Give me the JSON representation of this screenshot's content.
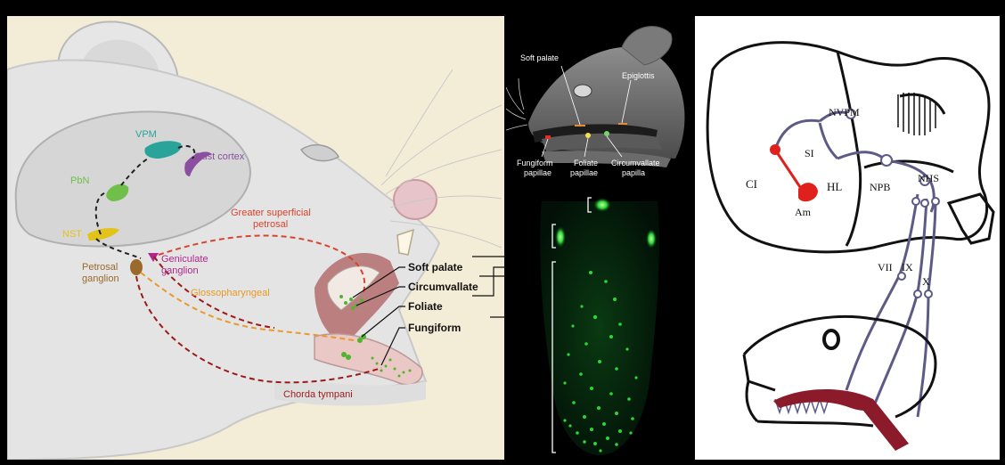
{
  "colors": {
    "greater_superficial_petrosal": "#d8432d",
    "glossopharyngeal": "#e89a2a",
    "chorda_tympani": "#9b1b1b",
    "vpm": "#2aa39a",
    "pbn": "#6fbf4a",
    "nst": "#e3c21a",
    "gust_cortex": "#8a4f9e",
    "geniculate": "#b0268c",
    "petrosal": "#9a6a2c",
    "fluorescence": "#2fd43a",
    "right_tongue": "#8b1a2a",
    "right_nerves": "#5d5a86"
  },
  "panel_a": {
    "brain_regions": {
      "vpm": "VPM",
      "gust_cortex": "Gust cortex",
      "pbn": "PbN",
      "nst": "NST"
    },
    "ganglia": {
      "petrosal": "Petrosal\nganglion",
      "geniculate": "Geniculate\nganglion"
    },
    "nerves": {
      "greater_superficial_petrosal": "Greater superficial\npetrosal",
      "glossopharyngeal": "Glossopharyngeal",
      "chorda_tympani": "Chorda tympani"
    },
    "papillae_labels": {
      "soft_palate": "Soft palate",
      "circumvallate": "Circumvallate",
      "foliate": "Foliate",
      "fungiform": "Fungiform"
    }
  },
  "panel_b": {
    "labels": {
      "soft_palate": "Soft palate",
      "epiglottis": "Epiglottis",
      "fungiform": "Fungiform\npapillae",
      "foliate": "Foliate\npapillae",
      "circumvallate": "Circumvallate\npapilla"
    }
  },
  "panel_d": {
    "labels": {
      "nvpm": "NVPM",
      "si": "SI",
      "ci": "CI",
      "hl": "HL",
      "am": "Am",
      "npb": "NPB",
      "nhs": "NHS",
      "vii": "VII",
      "ix": "IX",
      "x": "X"
    }
  }
}
